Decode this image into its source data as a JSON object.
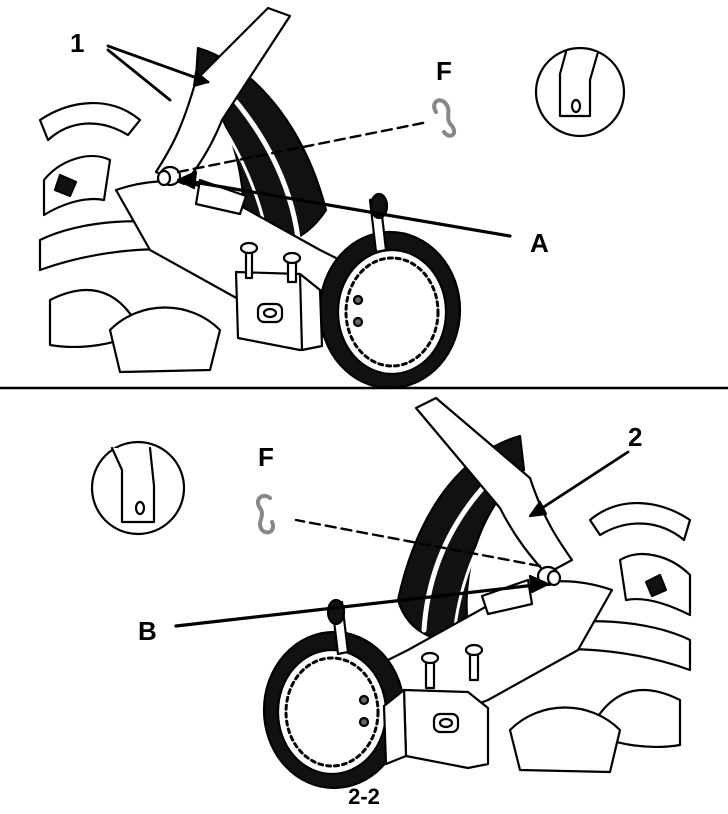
{
  "top_panel": {
    "callout_1": "1",
    "callout_a": "A",
    "callout_f": "F",
    "inset": "clevis-pin-detail",
    "clip": "hairpin-clip"
  },
  "bottom_panel": {
    "callout_2": "2",
    "callout_b": "B",
    "callout_f": "F",
    "inset": "clevis-pin-detail",
    "clip": "hairpin-clip"
  },
  "figure_number": "2-2"
}
